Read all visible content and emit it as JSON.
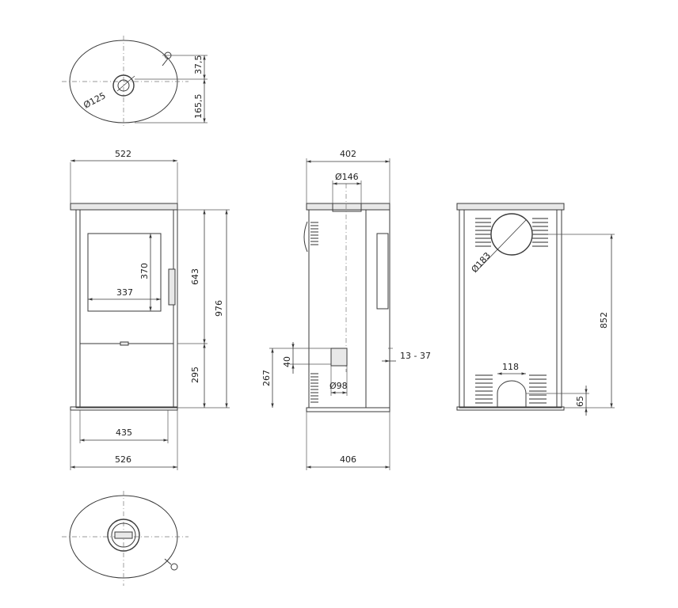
{
  "top_view": {
    "diameter": "Ø125",
    "offset_small": "37,5",
    "offset_large": "165,5"
  },
  "front_view": {
    "width_top": "522",
    "width_bottom": "526",
    "door_width": "435",
    "window_width": "337",
    "window_height": "370",
    "height_upper": "643",
    "height_lower": "295",
    "height_total": "976"
  },
  "side_view": {
    "depth_top": "402",
    "depth_bottom": "406",
    "pipe_diameter": "Ø146",
    "inlet_diameter": "Ø98",
    "inlet_height": "267",
    "inlet_size": "40",
    "offset": "13 - 37"
  },
  "rear_view": {
    "flue_diameter": "Ø183",
    "flue_height": "852",
    "inlet_width": "118",
    "inlet_height": "65"
  }
}
